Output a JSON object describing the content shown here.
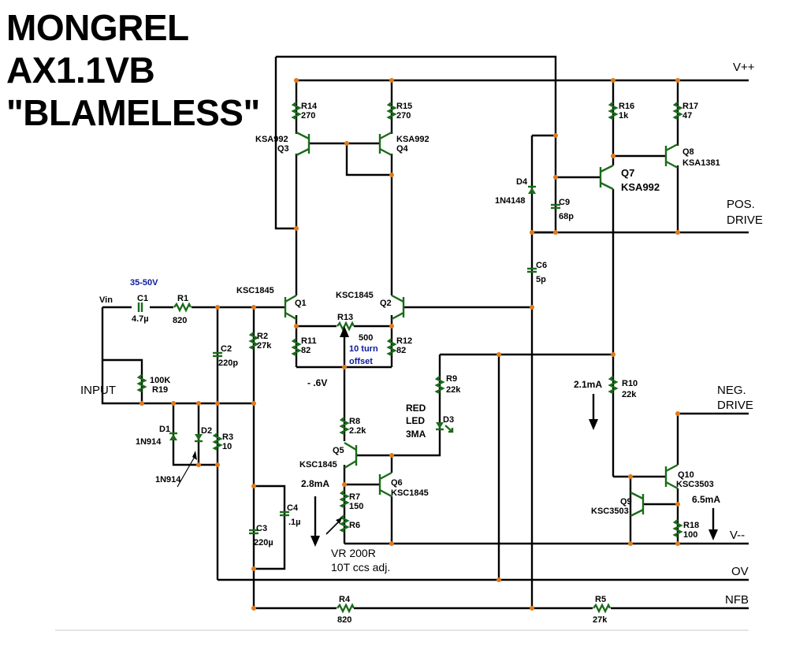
{
  "title": {
    "line1": "MONGREL",
    "line2": "AX1.1VB",
    "line3": "\"BLAMELESS\""
  },
  "rails": {
    "vpp": "V++",
    "vmm": "V--",
    "ov": "OV",
    "nfb": "NFB",
    "pos_drive_1": "POS.",
    "pos_drive_2": "DRIVE",
    "neg_drive_1": "NEG.",
    "neg_drive_2": "DRIVE"
  },
  "input": {
    "vin": "Vin",
    "label": "INPUT",
    "supply_note": "35-50V"
  },
  "components": {
    "R14": {
      "ref": "R14",
      "val": "270"
    },
    "R15": {
      "ref": "R15",
      "val": "270"
    },
    "R16": {
      "ref": "R16",
      "val": "1k"
    },
    "R17": {
      "ref": "R17",
      "val": "47"
    },
    "Q3": {
      "ref": "Q3",
      "part": "KSA992"
    },
    "Q4": {
      "ref": "Q4",
      "part": "KSA992"
    },
    "Q7": {
      "ref": "Q7",
      "part": "KSA992"
    },
    "Q8": {
      "ref": "Q8",
      "part": "KSA1381"
    },
    "D4": {
      "ref": "D4",
      "part": "1N4148"
    },
    "C9": {
      "ref": "C9",
      "val": "68p"
    },
    "C6": {
      "ref": "C6",
      "val": "5p"
    },
    "C1": {
      "ref": "C1",
      "val": "4.7µ"
    },
    "R1": {
      "ref": "R1",
      "val": "820"
    },
    "Q1": {
      "ref": "Q1",
      "part": "KSC1845"
    },
    "Q2": {
      "ref": "Q2",
      "part": "KSC1845"
    },
    "R13": {
      "ref": "R13",
      "val": "500",
      "note1": "10 turn",
      "note2": "offset"
    },
    "R11": {
      "ref": "R11",
      "val": "82"
    },
    "R12": {
      "ref": "R12",
      "val": "82"
    },
    "R2": {
      "ref": "R2",
      "val": "27k"
    },
    "C2": {
      "ref": "C2",
      "val": "220p"
    },
    "R19": {
      "ref": "R19",
      "val": "100K"
    },
    "D1": {
      "ref": "D1",
      "part": "1N914"
    },
    "D2": {
      "ref": "D2",
      "part": "1N914"
    },
    "R3": {
      "ref": "R3",
      "val": "10"
    },
    "R9": {
      "ref": "R9",
      "val": "22k"
    },
    "D3": {
      "ref": "D3",
      "note1": "RED",
      "note2": "LED",
      "note3": "3MA"
    },
    "R8": {
      "ref": "R8",
      "val": "2.2k"
    },
    "Q5": {
      "ref": "Q5",
      "part": "KSC1845"
    },
    "Q6": {
      "ref": "Q6",
      "part": "KSC1845"
    },
    "R7": {
      "ref": "R7",
      "val": "150"
    },
    "R6": {
      "ref": "R6",
      "note1": "VR 200R",
      "note2": "10T ccs adj."
    },
    "C4": {
      "ref": "C4",
      "val": ".1µ"
    },
    "C3": {
      "ref": "C3",
      "val": "220µ"
    },
    "R10": {
      "ref": "R10",
      "val": "22k"
    },
    "Q9": {
      "ref": "Q9",
      "part": "KSC3503"
    },
    "Q10": {
      "ref": "Q10",
      "part": "KSC3503"
    },
    "R18": {
      "ref": "R18",
      "val": "100"
    },
    "R4": {
      "ref": "R4",
      "val": "820"
    },
    "R5": {
      "ref": "R5",
      "val": "27k"
    }
  },
  "annotations": {
    "v_ref": "- .6V",
    "i_ccs": "2.8mA",
    "i_vas": "2.1mA",
    "i_q10": "6.5mA"
  }
}
